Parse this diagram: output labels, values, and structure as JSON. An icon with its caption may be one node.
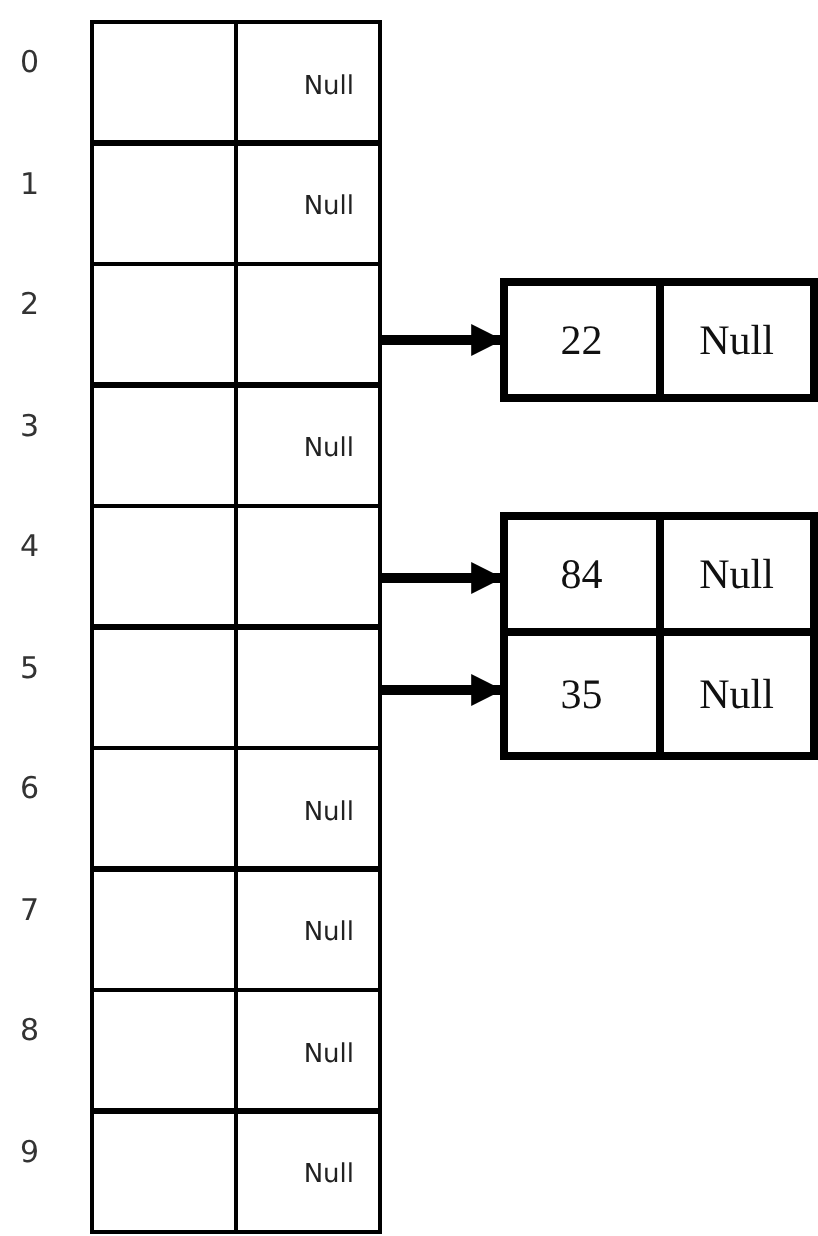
{
  "diagram": {
    "nodes": [
      {
        "text": [],
        "shape": "box"
      },
      {
        "text": [
          "Null"
        ]
      },
      {
        "text": [],
        "shape": "box"
      },
      {
        "text": [
          "Null"
        ]
      },
      {
        "text": [],
        "shape": "box"
      },
      {
        "text": [],
        "shape": "box"
      },
      {
        "text": [
          "22",
          "Null"
        ]
      },
      {
        "text": [],
        "shape": "box"
      },
      {
        "text": [
          "Null"
        ]
      },
      {
        "text": [],
        "shape": "box"
      },
      {
        "text": [],
        "shape": "box"
      },
      {
        "text": [
          "84",
          "Null"
        ]
      },
      {
        "text": [],
        "shape": "box"
      },
      {
        "text": [],
        "shape": "box"
      },
      {
        "text": [
          "35",
          "Null"
        ]
      },
      {
        "text": [],
        "shape": "box"
      },
      {
        "text": [
          "Null"
        ]
      },
      {
        "text": [],
        "shape": "box"
      },
      {
        "text": [
          "Null"
        ]
      },
      {
        "text": [],
        "shape": "box"
      },
      {
        "text": [
          "Null"
        ]
      },
      {
        "text": [],
        "shape": "box"
      },
      {
        "text": [
          "Null"
        ]
      }
    ],
    "edges": [
      {
        "from": 5,
        "to": 6,
        "arrow": "to"
      },
      {
        "from": 10,
        "to": 11,
        "arrow": "to"
      },
      {
        "from": 13,
        "to": 14,
        "arrow": "to"
      }
    ],
    "labels": [
      "0",
      "1",
      "2",
      "3",
      "4",
      "5",
      "6",
      "7",
      "8",
      "9"
    ]
  }
}
